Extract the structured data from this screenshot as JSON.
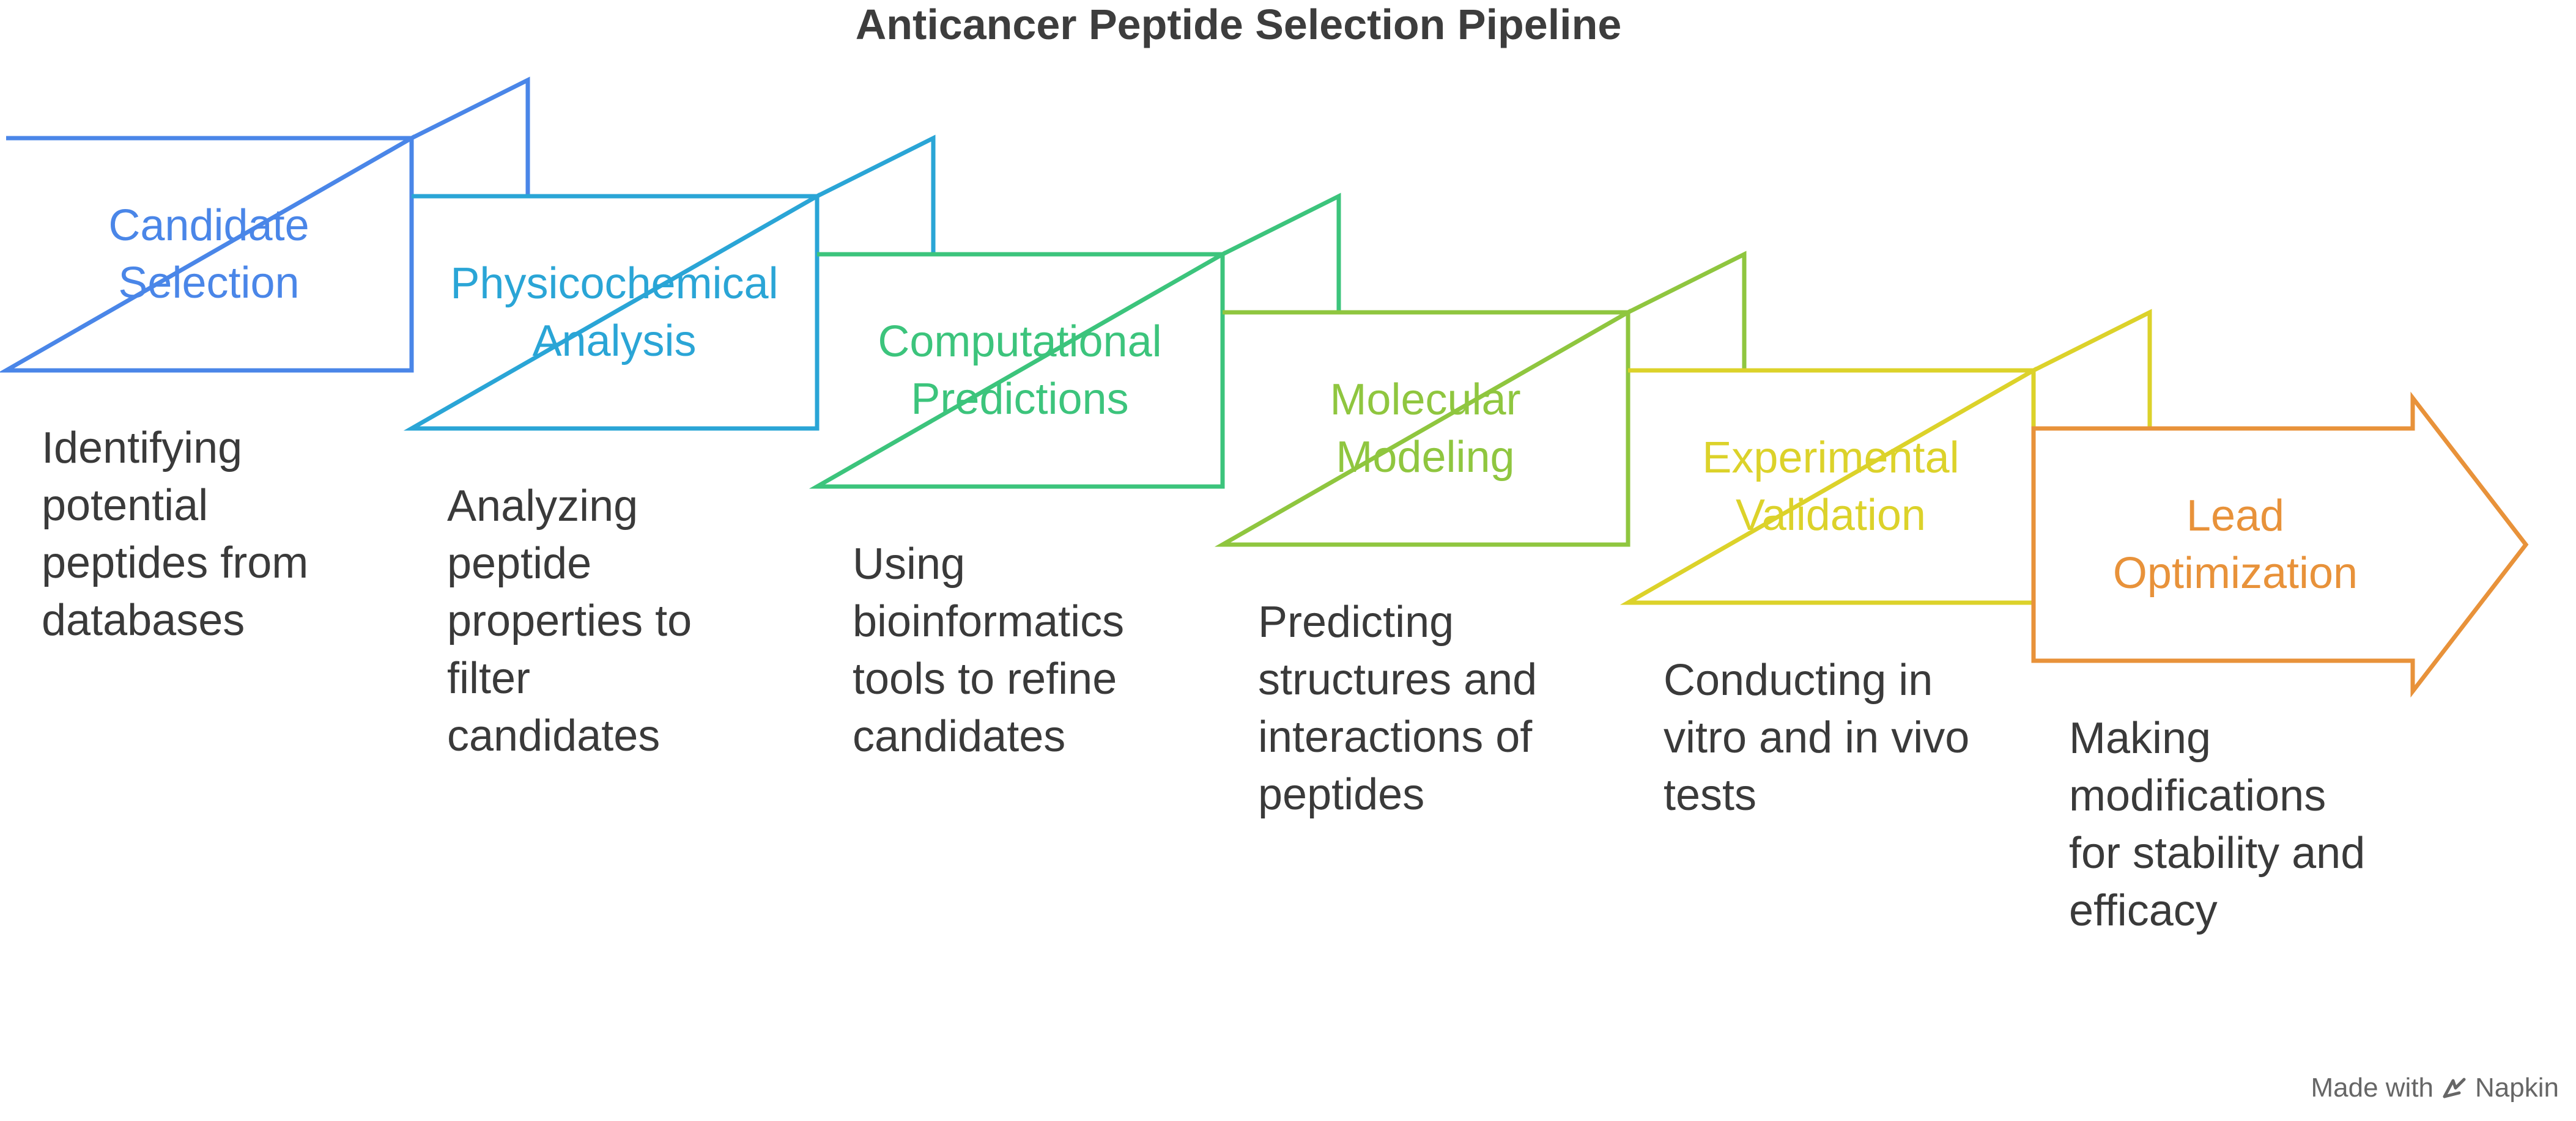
{
  "title": "Anticancer Peptide Selection Pipeline",
  "steps": [
    {
      "label": "Candidate\nSelection",
      "description": "Identifying\npotential\npeptides from\ndatabases",
      "color": "#4a86e8"
    },
    {
      "label": "Physicochemical\nAnalysis",
      "description": "Analyzing\npeptide\nproperties to\nfilter\ncandidates",
      "color": "#2aa5d6"
    },
    {
      "label": "Computational\nPredictions",
      "description": "Using\nbioinformatics\ntools to refine\ncandidates",
      "color": "#3cc47c"
    },
    {
      "label": "Molecular\nModeling",
      "description": "Predicting\nstructures and\ninteractions of\npeptides",
      "color": "#8fc63f"
    },
    {
      "label": "Experimental\nValidation",
      "description": "Conducting in\nvitro and in vivo\ntests",
      "color": "#dcd22a"
    },
    {
      "label": "Lead\nOptimization",
      "description": "Making\nmodifications\nfor stability and\nefficacy",
      "color": "#e8923a"
    }
  ],
  "watermark": {
    "prefix": "Made with",
    "brand": "Napkin",
    "icon": "napkin-logo-icon"
  }
}
